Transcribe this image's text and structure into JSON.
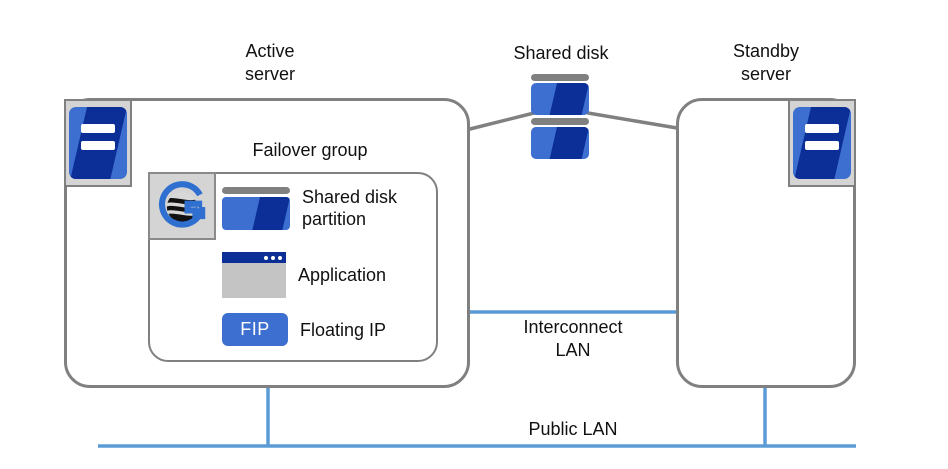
{
  "diagram": {
    "title": "Active-standby cluster with shared disk",
    "colors": {
      "box_border": "#808080",
      "link_line": "#808080",
      "lan_line": "#5b9bd5",
      "icon_blue_light": "#3c6fd0",
      "icon_blue_dark": "#0b2f96",
      "icon_gray": "#c4c4c4",
      "icon_frame_gray": "#d4d4d4",
      "text": "#111111"
    }
  },
  "labels": {
    "active_server": "Active\nserver",
    "active_server_line1": "Active",
    "active_server_line2": "server",
    "shared_disk": "Shared disk",
    "standby_server_line1": "Standby",
    "standby_server_line2": "server",
    "failover_group": "Failover group",
    "interconnect_lan_line1": "Interconnect",
    "interconnect_lan_line2": "LAN",
    "public_lan": "Public  LAN"
  },
  "failover_group": {
    "logo_name": "clusterpro-g-logo",
    "resources": [
      {
        "icon": "shared-disk-partition-icon",
        "label_line1": "Shared  disk",
        "label_line2": "partition"
      },
      {
        "icon": "application-icon",
        "label_line1": "Application",
        "label_line2": ""
      },
      {
        "icon": "floating-ip-icon",
        "badge": "FIP",
        "label_line1": "Floating IP",
        "label_line2": ""
      }
    ]
  },
  "nodes": [
    {
      "name": "active-server",
      "icon": "server-tower-icon"
    },
    {
      "name": "shared-disk",
      "icon": "disk-stack-icon",
      "units": 2
    },
    {
      "name": "standby-server",
      "icon": "server-tower-icon"
    }
  ],
  "links": [
    {
      "from": "active-server",
      "to": "shared-disk",
      "type": "sas"
    },
    {
      "from": "shared-disk",
      "to": "standby-server",
      "type": "sas"
    },
    {
      "from": "active-server",
      "to": "standby-server",
      "type": "interconnect-lan"
    },
    {
      "from": "active-server",
      "to": "public-lan",
      "type": "public-lan"
    },
    {
      "from": "standby-server",
      "to": "public-lan",
      "type": "public-lan"
    }
  ]
}
